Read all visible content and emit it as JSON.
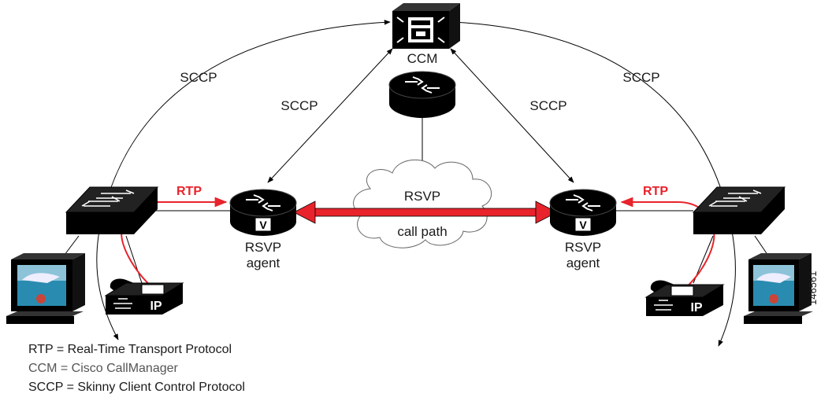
{
  "labels": {
    "ccm": "CCM",
    "sccp_far_left": "SCCP",
    "sccp_left": "SCCP",
    "sccp_right": "SCCP",
    "sccp_far_right": "SCCP",
    "rtp_left": "RTP",
    "rtp_right": "RTP",
    "rsvp": "RSVP",
    "call_path": "call path",
    "agent_left_1": "RSVP",
    "agent_left_2": "agent",
    "agent_right_1": "RSVP",
    "agent_right_2": "agent",
    "router_badge_left": "V",
    "router_badge_right": "V",
    "phone_left_ip": "IP",
    "phone_right_ip": "IP"
  },
  "legend": [
    {
      "text": "RTP = Real-Time Transport Protocol"
    },
    {
      "text": "CCM = Cisco CallManager"
    },
    {
      "text": "SCCP = Skinny Client Control Protocol"
    }
  ],
  "figure_id": "146561",
  "colors": {
    "rtp": "#e8232b",
    "device": "#000000",
    "cloud_stroke": "#666666"
  }
}
